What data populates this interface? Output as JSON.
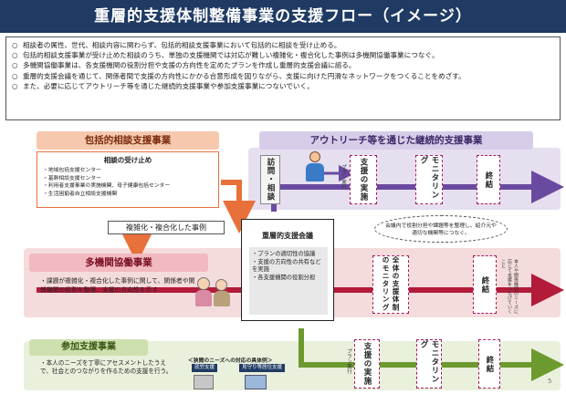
{
  "title": "重層的支援体制整備事業の支援フロー（イメージ）",
  "intro": [
    "相談者の属性、世代、相談内容に関わらず、包括的相談支援事業において包括的に相談を受け止める。",
    "包括的相談支援事業が受け止めた相談のうち、単独の支援機関では対応が難しい複雑化・複合化した事例は多機関協働事業につなぐ。",
    "多機関協働事業は、各支援機関の役割分担や支援の方向性を定めたプランを作成し重層的支援会議に諮る。",
    "重層的支援会議を通じて、関係者間で支援の方向性にかかる合意形成を図りながら、支援に向けた円滑なネットワークをつくることをめざす。",
    "また、必要に応じてアウトリーチ等を通じた継続的支援事業や参加支援事業につないでいく。"
  ],
  "bullet_symbol": "○",
  "consult": {
    "title": "包括的相談支援事業",
    "box_title": "相談の受け止め",
    "items": [
      "地域包括支援センター",
      "基幹相談支援センター",
      "利用者支援事業の実施機関、母子健康包括センター",
      "生活困窮者自立相談支援機関"
    ]
  },
  "complex_label": "複雑化・複合化した事例",
  "outreach": {
    "title": "アウトリーチ等を通じた継続的支援事業",
    "steps": [
      "訪問・相談",
      "支援の実施",
      "モニタリング",
      "終結"
    ],
    "support_sub": "プラン実行"
  },
  "meeting": {
    "title": "重層的支援会議",
    "items": [
      "プランの適切性の協議",
      "支援の方向性の共有などを実施",
      "各支援機関の役割分担"
    ]
  },
  "bubble": "会議内で役割分担や課題等を整理し、紹介元や適切な機関等につなぐ。",
  "multi": {
    "title": "多機関協働事業",
    "note": "課題が複雑化・複合化した事例に関して、関係者や関係機関の役割を整理、支援の方向性を示す",
    "steps": [
      "全体の支援体制のモニタリング",
      "終結"
    ],
    "end_note": "本人や関係機関のニーズに応じて支援をつなげていくこと"
  },
  "participation": {
    "title": "参加支援事業",
    "note": "本人のニーズを丁寧にアセスメントしたうえで、社会とのつながりを作るための支援を行う。",
    "caption": "＜狭間のニーズへの対応の具体例＞",
    "tag1": "就労支援",
    "tag2": "見守り等居住支援",
    "steps": [
      "支援の実施",
      "モニタリング",
      "終結"
    ],
    "support_sub": "プラン実行"
  },
  "page_number": "5",
  "colors": {
    "title_bg": "#1f3a63",
    "consult": "#e8703a",
    "outreach": "#6a4aa0",
    "multi": "#b31b3a",
    "participation": "#6d9a2e",
    "dashed": "#a4195f"
  }
}
